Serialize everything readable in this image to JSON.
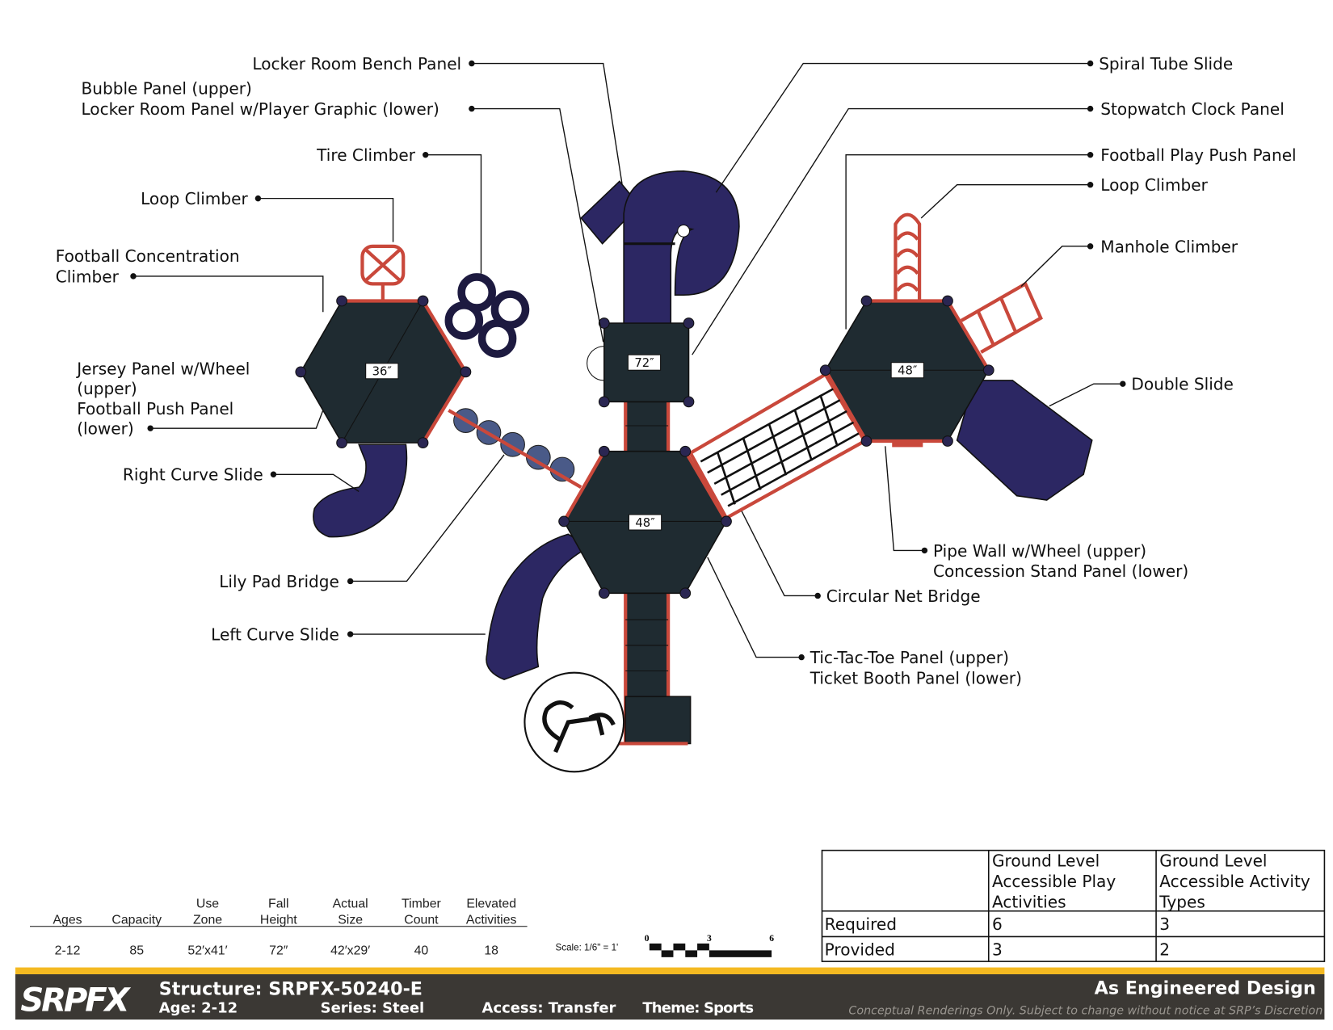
{
  "callouts": {
    "locker_bench": "Locker Room Bench Panel",
    "bubble_upper": "Bubble Panel (upper)",
    "locker_lower": "Locker Room Panel w/Player Graphic (lower)",
    "tire_climber": "Tire Climber",
    "loop_climber_left": "Loop Climber",
    "football_conc_1": "Football Concentration",
    "football_conc_2": "Climber",
    "jersey_1": "Jersey Panel w/Wheel",
    "jersey_2": "(upper)",
    "jersey_3": "Football Push Panel",
    "jersey_4": "(lower)",
    "right_curve_slide": "Right Curve Slide",
    "lily_pad_bridge": "Lily Pad Bridge",
    "left_curve_slide": "Left Curve Slide",
    "spiral_tube_slide": "Spiral Tube Slide",
    "stopwatch_panel": "Stopwatch Clock Panel",
    "football_play_push": "Football Play Push Panel",
    "loop_climber_right": "Loop Climber",
    "manhole_climber": "Manhole Climber",
    "double_slide": "Double Slide",
    "pipe_wall_1": "Pipe Wall w/Wheel (upper)",
    "pipe_wall_2": "Concession Stand Panel (lower)",
    "circular_net_bridge": "Circular Net Bridge",
    "tictactoe_1": "Tic-Tac-Toe Panel (upper)",
    "tictactoe_2": "Ticket Booth Panel (lower)"
  },
  "decks": {
    "left": "36″",
    "tower": "72″",
    "center": "48″",
    "right": "48″"
  },
  "stats": {
    "headers": [
      [
        "",
        "Ages"
      ],
      [
        "",
        "Capacity"
      ],
      [
        "Use",
        "Zone"
      ],
      [
        "Fall",
        "Height"
      ],
      [
        "Actual",
        "Size"
      ],
      [
        "Timber",
        "Count"
      ],
      [
        "Elevated",
        "Activities"
      ]
    ],
    "values": [
      "2-12",
      "85",
      "52′x41′",
      "72″",
      "42′x29′",
      "40",
      "18"
    ]
  },
  "scale": {
    "label": "Scale: 1/6\" = 1'",
    "ticks": [
      "0",
      "3",
      "6"
    ]
  },
  "accessibility_table": {
    "col1": [
      "Ground Level",
      "Accessible Play",
      "Activities"
    ],
    "col2": [
      "Ground Level",
      "Accessible Activity",
      "Types"
    ],
    "rows": [
      {
        "label": "Required",
        "play": "6",
        "types": "3"
      },
      {
        "label": "Provided",
        "play": "3",
        "types": "2"
      }
    ]
  },
  "footer": {
    "logo": "SRPFX",
    "structure": "Structure: SRPFX-50240-E",
    "age": "Age: 2-12",
    "series": "Series: Steel",
    "access": "Access: Transfer",
    "theme": "Theme: Sports",
    "design": "As Engineered Design",
    "disclaimer": "Conceptual Renderings Only. Subject to change without notice at SRP’s Discretion"
  },
  "colors": {
    "deck": "#1f2b31",
    "rail": "#c9483b",
    "slide": "#2c2763",
    "footer_bg": "#3b3834",
    "footer_accent": "#f4b921"
  }
}
